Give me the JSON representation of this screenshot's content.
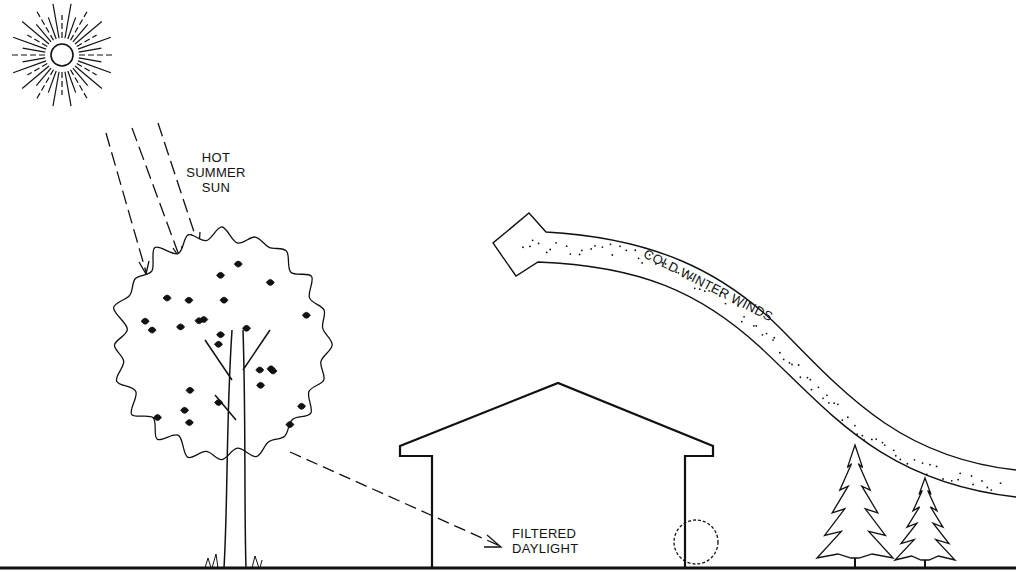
{
  "diagram": {
    "labels": [
      "HOT SUMMER SUN",
      "COLD WINTER WINDS",
      "FILTERED DAYLIGHT"
    ]
  }
}
